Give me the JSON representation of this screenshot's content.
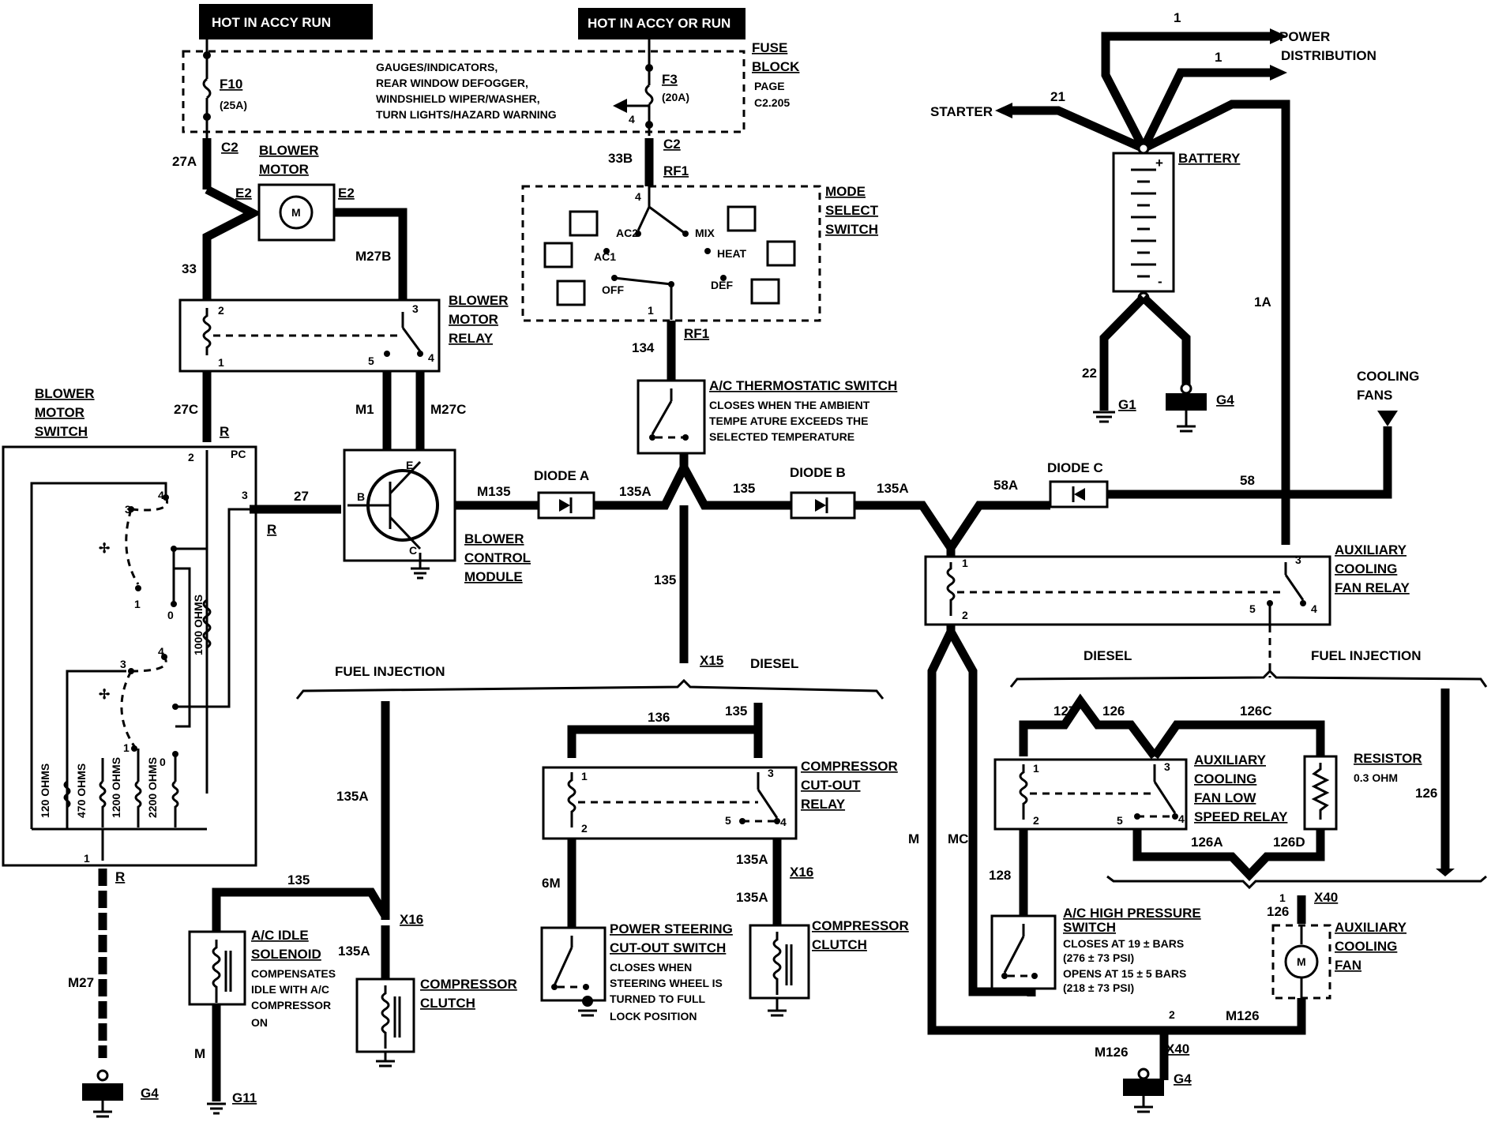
{
  "headers": {
    "hot_accy_run": "HOT IN ACCY RUN",
    "hot_accy_or_run": "HOT IN ACCY OR RUN"
  },
  "fuse_block": {
    "title_1": "FUSE",
    "title_2": "BLOCK",
    "page_1": "PAGE",
    "page_2": "C2.205",
    "f10": "F10",
    "f10_rating": "(25A)",
    "f3": "F3",
    "f3_rating": "(20A)",
    "pin4": "4",
    "circuits": [
      "GAUGES/INDICATORS,",
      "REAR WINDOW DEFOGGER,",
      "WINDSHIELD WIPER/WASHER,",
      "TURN LIGHTS/HAZARD WARNING"
    ]
  },
  "power": {
    "power_1": "POWER",
    "power_2": "DISTRIBUTION",
    "starter": "STARTER",
    "w21": "21",
    "w1a": "1",
    "w1b": "1",
    "battery": "BATTERY",
    "plus": "+",
    "minus": "-"
  },
  "grounds": {
    "g1": "G1",
    "g4": "G4",
    "g11": "G11"
  },
  "wires": {
    "w27A": "27A",
    "wC2a": "C2",
    "wC2b": "C2",
    "w33B": "33B",
    "wRF1a": "RF1",
    "wRF1b": "RF1",
    "wE2a": "E2",
    "wE2b": "E2",
    "w33": "33",
    "wM27B": "M27B",
    "w27C": "27C",
    "wM1": "M1",
    "wM27C": "M27C",
    "w27": "27",
    "wR1": "R",
    "wR2": "R",
    "wR3": "R",
    "wM135": "M135",
    "w135A1": "135A",
    "w135b": "135",
    "w135A2": "135A",
    "w58A": "58A",
    "w58": "58",
    "w1A": "1A",
    "w22": "22",
    "w134": "134",
    "w135c": "135",
    "wX15": "X15",
    "w136": "136",
    "w135d": "135",
    "w135A3": "135A",
    "wX16a": "X16",
    "w135A4": "135A",
    "w6M": "6M",
    "w135e": "135",
    "wX16b": "X16",
    "w135A5": "135A",
    "wM27": "M27",
    "wM": "M",
    "w127": "127",
    "w126a": "126",
    "w126C": "126C",
    "w126b": "126",
    "w126A": "126A",
    "w126D": "126D",
    "w128": "128",
    "wMbig": "M",
    "wMC": "MC",
    "w126c": "126",
    "wX40a": "X40",
    "wM126a": "M126",
    "wM126b": "M126",
    "wX40b": "X40",
    "w2": "2",
    "w1x": "1"
  },
  "blower_motor": {
    "l1": "BLOWER",
    "l2": "MOTOR",
    "m": "M"
  },
  "blower_relay": {
    "l1": "BLOWER",
    "l2": "MOTOR",
    "l3": "RELAY",
    "p1": "1",
    "p2": "2",
    "p3": "3",
    "p4": "4",
    "p5": "5"
  },
  "mode_switch": {
    "l1": "MODE",
    "l2": "SELECT",
    "l3": "SWITCH",
    "ac2": "AC2",
    "mix": "MIX",
    "ac1": "AC1",
    "heat": "HEAT",
    "off": "OFF",
    "def": "DEF",
    "p4": "4",
    "p1": "1"
  },
  "thermo": {
    "title": "A/C THERMOSTATIC SWITCH",
    "d1": "CLOSES WHEN THE AMBIENT",
    "d2": "TEMPE  ATURE EXCEEDS THE",
    "d3": "SELECTED TEMPERATURE"
  },
  "blower_switch": {
    "l1": "BLOWER",
    "l2": "MOTOR",
    "l3": "SWITCH",
    "pc": "PC",
    "p2": "2",
    "p3": "3",
    "p1": "1",
    "r1000": "1000 OHMS",
    "r120": "120 OHMS",
    "r470": "470 OHMS",
    "r1200": "1200 OHMS",
    "r2200": "2200 OHMS",
    "s3a": "3",
    "s4a": "4",
    "s1a": "1",
    "s0a": "0",
    "s3b": "3",
    "s4b": "4",
    "s1b": "1",
    "s0b": "0"
  },
  "module": {
    "l1": "BLOWER",
    "l2": "CONTROL",
    "l3": "MODULE",
    "b": "B",
    "e": "E",
    "c": "C"
  },
  "diodes": {
    "a": "DIODE A",
    "b": "DIODE B",
    "c": "DIODE C"
  },
  "aux_relay": {
    "l1": "AUXILIARY",
    "l2": "COOLING",
    "l3": "FAN RELAY",
    "p1": "1",
    "p2": "2",
    "p3": "3",
    "p4": "4",
    "p5": "5"
  },
  "cooling_fans": {
    "l1": "COOLING",
    "l2": "FANS"
  },
  "sections": {
    "fuel_injection_1": "FUEL INJECTION",
    "diesel_1": "DIESEL",
    "diesel_2": "DIESEL",
    "fuel_injection_2": "FUEL INJECTION"
  },
  "cutout_relay": {
    "l1": "COMPRESSOR",
    "l2": "CUT-OUT",
    "l3": "RELAY",
    "p1": "1",
    "p2": "2",
    "p3": "3",
    "p4": "4",
    "p5": "5"
  },
  "low_relay": {
    "l1": "AUXILIARY",
    "l2": "COOLING",
    "l3": "FAN LOW",
    "l4": "SPEED RELAY",
    "p1": "1",
    "p2": "2",
    "p3": "3",
    "p4": "4",
    "p5": "5"
  },
  "resistor": {
    "l1": "RESISTOR",
    "l2": "0.3 OHM"
  },
  "idle_solenoid": {
    "l1": "A/C IDLE",
    "l2": "SOLENOID",
    "d1": "COMPENSATES",
    "d2": "IDLE WITH A/C",
    "d3": "COMPRESSOR",
    "d4": "ON"
  },
  "clutch1": {
    "l1": "COMPRESSOR",
    "l2": "CLUTCH"
  },
  "clutch2": {
    "l1": "COMPRESSOR",
    "l2": "CLUTCH"
  },
  "ps_switch": {
    "l1": "POWER STEERING",
    "l2": "CUT-OUT SWITCH",
    "d1": "CLOSES WHEN",
    "d2": "STEERING WHEEL IS",
    "d3": "TURNED TO FULL",
    "d4": "LOCK POSITION"
  },
  "hp_switch": {
    "l1": "A/C HIGH PRESSURE",
    "l2": "SWITCH",
    "d1": "CLOSES AT 19 ± BARS",
    "d2": "(276 ± 73 PSI)",
    "d3": "OPENS AT 15 ± 5 BARS",
    "d4": "(218 ± 73 PSI)"
  },
  "aux_fan": {
    "l1": "AUXILIARY",
    "l2": "COOLING",
    "l3": "FAN",
    "m": "M"
  }
}
